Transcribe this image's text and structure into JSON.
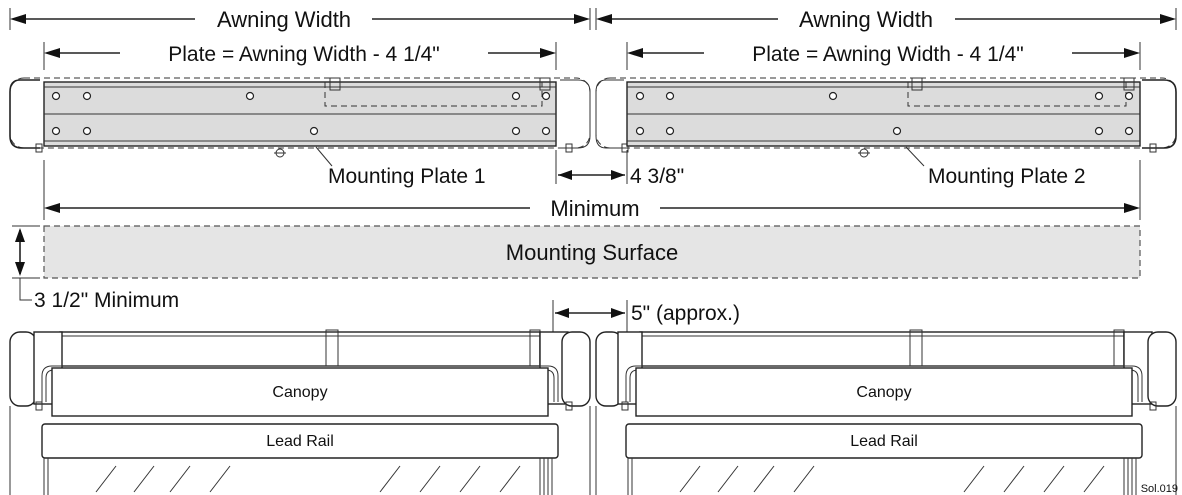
{
  "labels": {
    "awning_width_left": "Awning Width",
    "awning_width_right": "Awning Width",
    "plate_formula_left": "Plate = Awning Width - 4 1/4\"",
    "plate_formula_right": "Plate = Awning Width - 4 1/4\"",
    "mounting_plate_1": "Mounting Plate 1",
    "mounting_plate_2": "Mounting Plate 2",
    "gap_4_3_8": "4 3/8\"",
    "minimum": "Minimum",
    "mounting_surface": "Mounting Surface",
    "min_3_1_2": "3 1/2\" Minimum",
    "gap_5_approx": "5\" (approx.)",
    "canopy_left": "Canopy",
    "canopy_right": "Canopy",
    "lead_rail_left": "Lead Rail",
    "lead_rail_right": "Lead Rail",
    "figure_code": "Sol.019"
  }
}
